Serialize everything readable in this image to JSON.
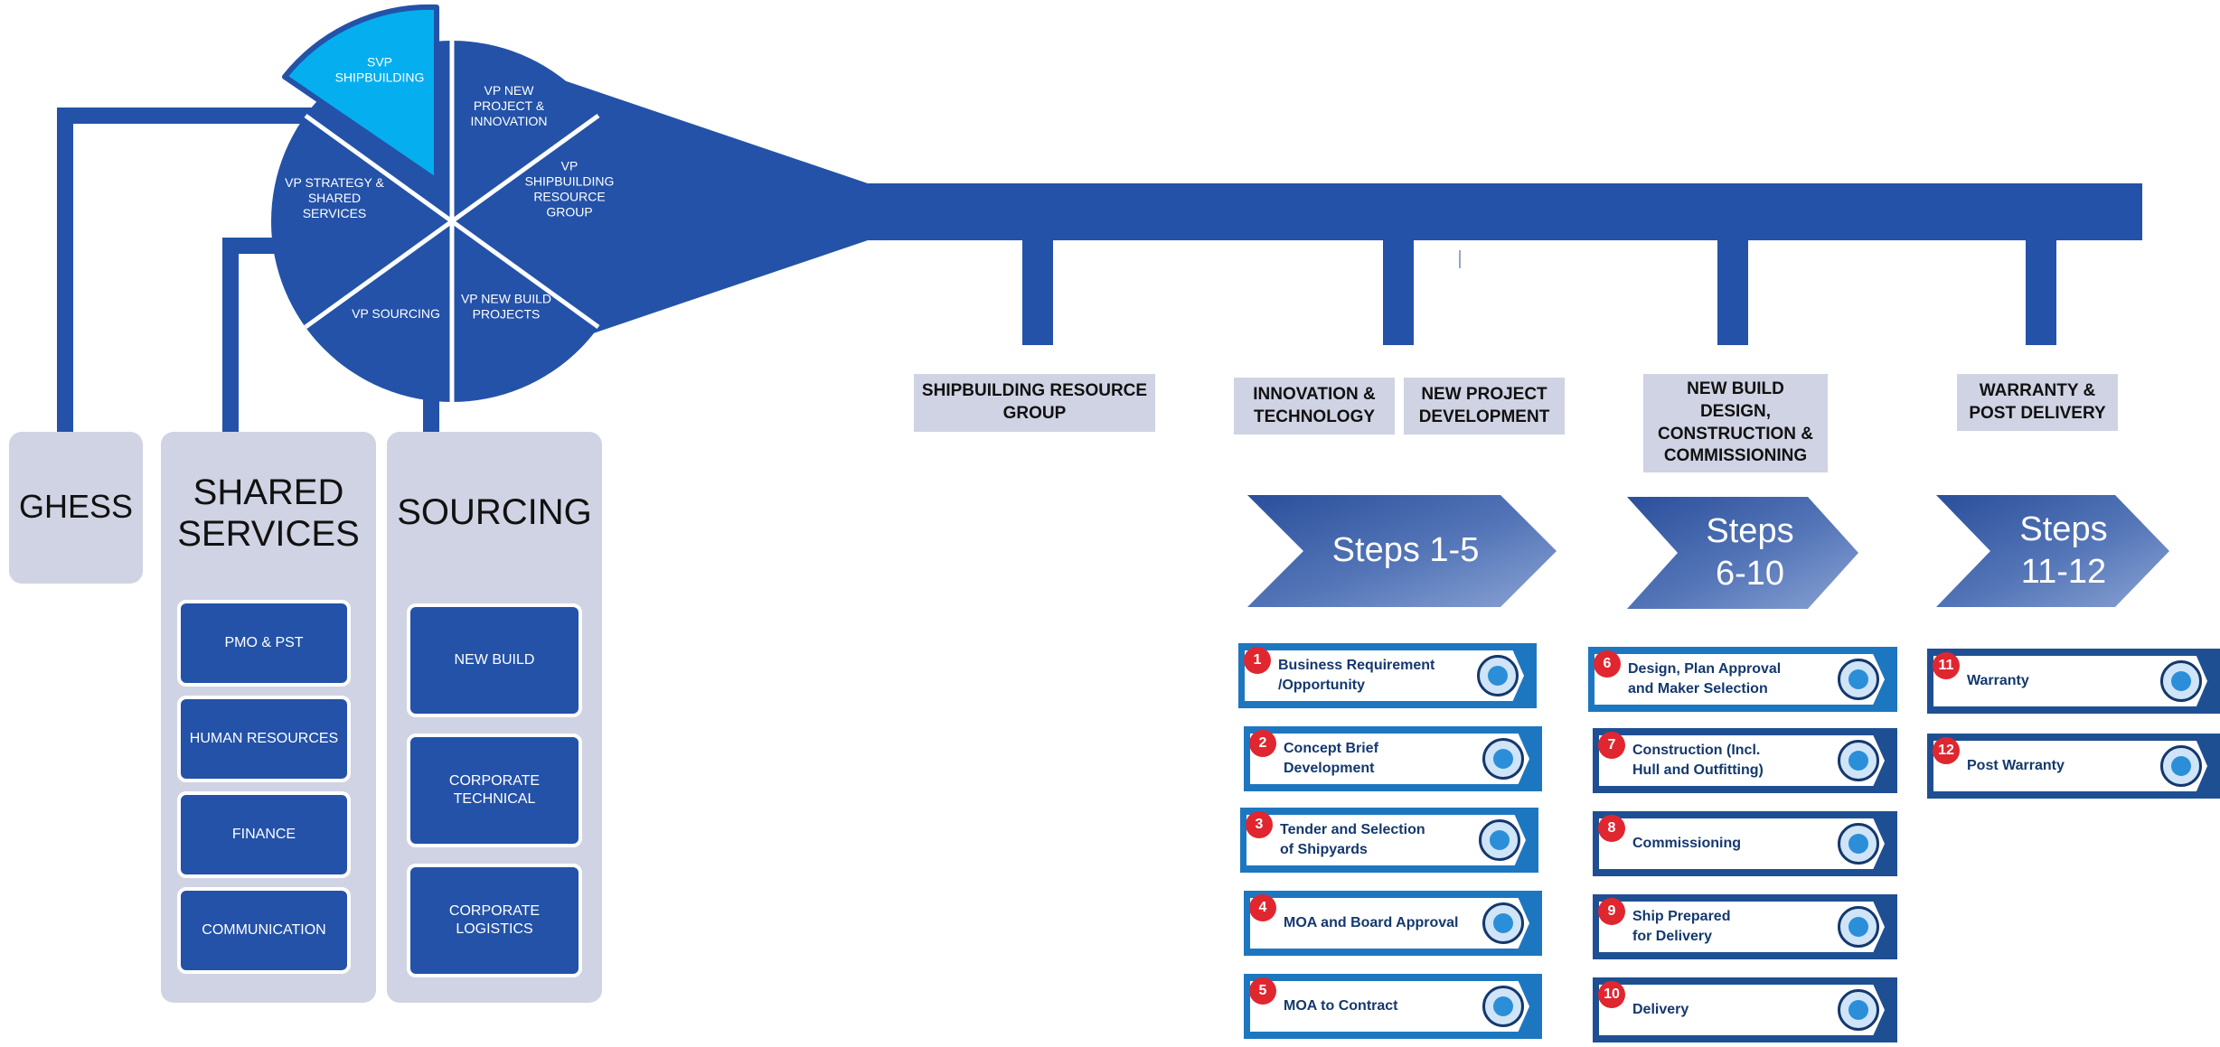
{
  "pie": {
    "svp": "SVP\nSHIPBUILDING",
    "segments": [
      "VP NEW\nPROJECT &\nINNOVATION",
      "VP\nSHIPBUILDING\nRESOURCE\nGROUP",
      "VP NEW BUILD\nPROJECTS",
      "VP SOURCING",
      "VP STRATEGY &\nSHARED\nSERVICES"
    ]
  },
  "groups": {
    "ghess": "GHESS",
    "shared_services": {
      "title": "SHARED\nSERVICES",
      "items": [
        "PMO & PST",
        "HUMAN RESOURCES",
        "FINANCE",
        "COMMUNICATION"
      ]
    },
    "sourcing": {
      "title": "SOURCING",
      "items": [
        "NEW BUILD",
        "CORPORATE\nTECHNICAL",
        "CORPORATE\nLOGISTICS"
      ]
    }
  },
  "categories": [
    "SHIPBUILDING RESOURCE\nGROUP",
    "INNOVATION &\nTECHNOLOGY",
    "NEW PROJECT\nDEVELOPMENT",
    "NEW BUILD\nDESIGN,\nCONSTRUCTION &\nCOMMISSIONING",
    "WARRANTY &\nPOST DELIVERY"
  ],
  "phases": [
    "Steps 1-5",
    "Steps\n6-10",
    "Steps\n11-12"
  ],
  "steps": [
    {
      "num": "1",
      "label": "Business Requirement\n/Opportunity",
      "icon": "lightbulb-icon"
    },
    {
      "num": "2",
      "label": "Concept Brief\nDevelopment",
      "icon": "concept-icon"
    },
    {
      "num": "3",
      "label": "Tender and Selection\nof Shipyards",
      "icon": "shipyard-icon"
    },
    {
      "num": "4",
      "label": "MOA and Board Approval",
      "icon": "clipboard-icon"
    },
    {
      "num": "5",
      "label": "MOA to Contract",
      "icon": "handshake-icon"
    },
    {
      "num": "6",
      "label": "Design, Plan Approval\nand Maker Selection",
      "icon": "pencil-icon"
    },
    {
      "num": "7",
      "label": "Construction (Incl.\nHull and Outfitting)",
      "icon": "hardhat-icon"
    },
    {
      "num": "8",
      "label": "Commissioning",
      "icon": "commissioning-icon"
    },
    {
      "num": "9",
      "label": "Ship Prepared\nfor Delivery",
      "icon": "tools-icon"
    },
    {
      "num": "10",
      "label": "Delivery",
      "icon": "ship-icon"
    },
    {
      "num": "11",
      "label": "Warranty",
      "icon": "warranty-icon"
    },
    {
      "num": "12",
      "label": "Post Warranty",
      "icon": "post-warranty-icon"
    }
  ],
  "colors": {
    "primary_blue": "#2352a8",
    "svp_highlight": "#05aeef",
    "panel_gray": "#d0d3e3",
    "chevron_start": "#2a4f9b",
    "chevron_end": "#7f99cf",
    "step_number_red": "#e0262f"
  }
}
